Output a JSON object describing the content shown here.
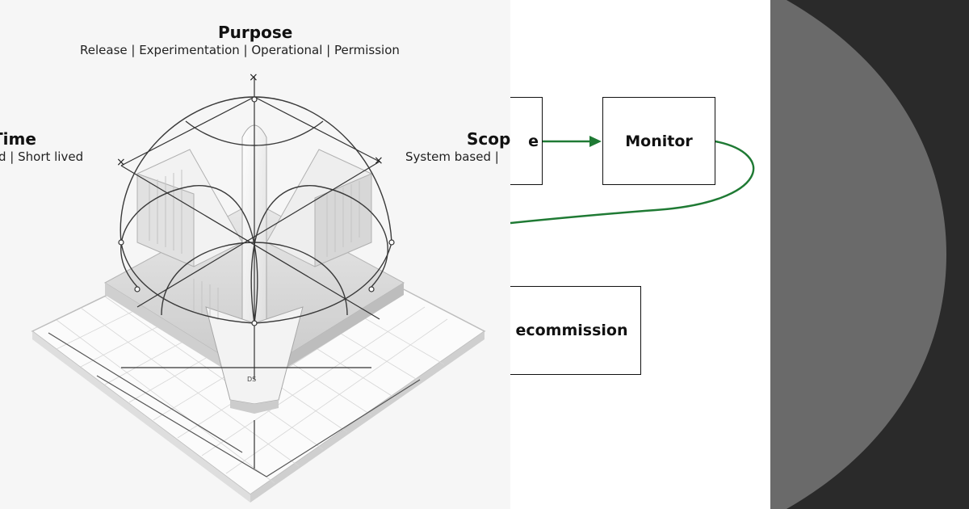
{
  "purpose": {
    "title": "Purpose",
    "options": "Release | Experimentation | Operational | Permission"
  },
  "time": {
    "title": "Time",
    "options": "d | Short lived"
  },
  "scope": {
    "title": "Scop",
    "options": "System based |"
  },
  "flow": {
    "cropped_box_label": "e",
    "monitor_label": "Monitor",
    "decommission_label": "ecommission",
    "arrow_color": "#1f7a34"
  },
  "illustration": {
    "center_label": "DS"
  }
}
